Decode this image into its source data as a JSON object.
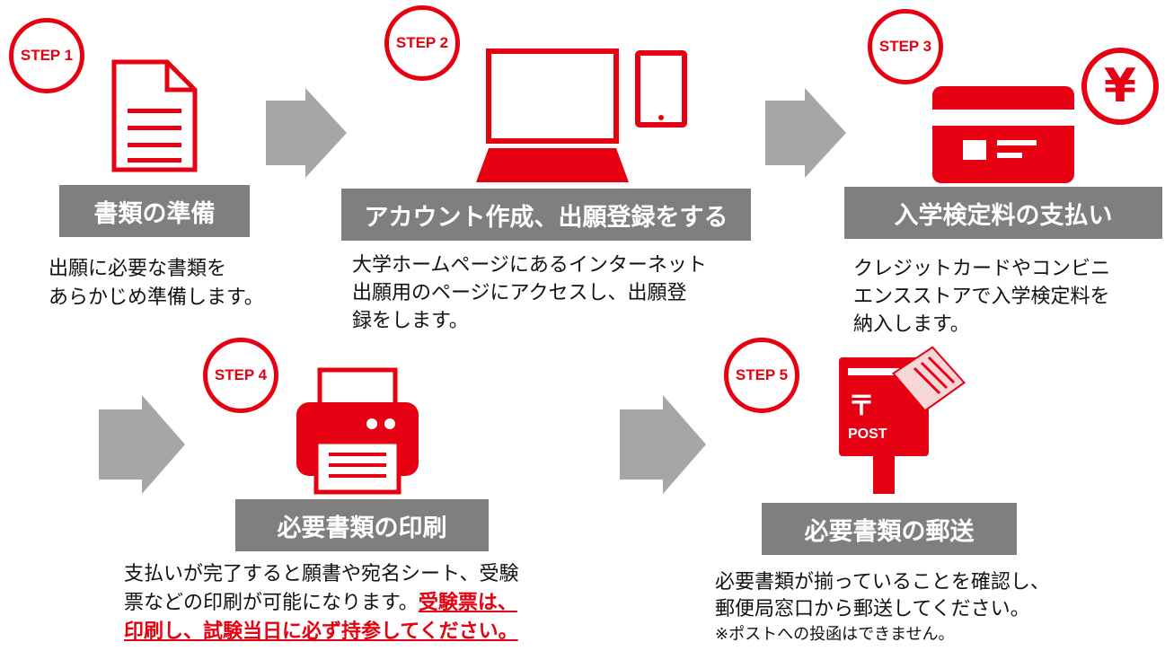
{
  "colors": {
    "accent": "#e60012",
    "label_bg": "#7f7f7f",
    "arrow": "#a6a6a6"
  },
  "steps": [
    {
      "badge": "STEP 1",
      "icon": "document-icon",
      "title": "書類の準備",
      "desc_lines": [
        "出願に必要な書類を",
        "あらかじめ準備します。"
      ]
    },
    {
      "badge": "STEP 2",
      "icon": "laptop-tablet-icon",
      "title": "アカウント作成、出願登録をする",
      "desc_lines": [
        "大学ホームページにあるインターネット",
        "出願用のページにアクセスし、出願登",
        "録をします。"
      ]
    },
    {
      "badge": "STEP 3",
      "icon": "credit-card-yen-icon",
      "title": "入学検定料の支払い",
      "desc_lines": [
        "クレジットカードやコンビニ",
        "エンスストアで入学検定料を",
        "納入します。"
      ],
      "icon_text": "¥"
    },
    {
      "badge": "STEP 4",
      "icon": "printer-icon",
      "title": "必要書類の印刷",
      "desc_line1": "支払いが完了すると願書や宛名シート、受験",
      "desc_line2_plain": "票などの印刷が可能になります。",
      "desc_line2_red": "受験票は、",
      "desc_line3_red": "印刷し、試験当日に必ず持参してください。"
    },
    {
      "badge": "STEP 5",
      "icon": "postbox-icon",
      "title": "必要書類の郵送",
      "desc_lines": [
        "必要書類が揃っていることを確認し、",
        "郵便局窓口から郵送してください。"
      ],
      "note": "※ポストへの投函はできません。",
      "icon_text_mark": "〒",
      "icon_text_post": "POST"
    }
  ]
}
